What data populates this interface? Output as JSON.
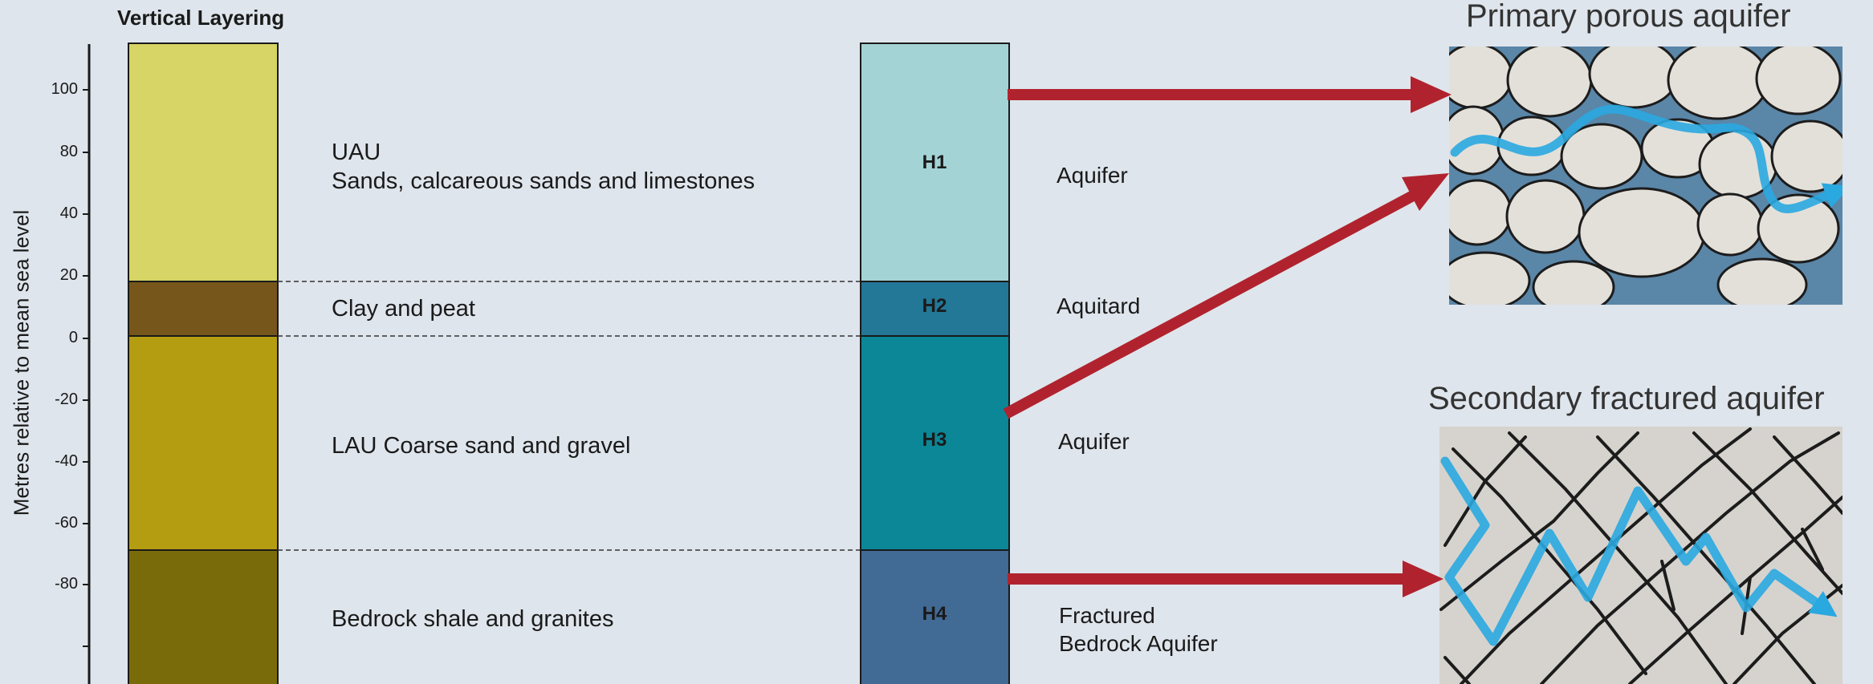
{
  "header": {
    "title": "Vertical Layering"
  },
  "axis": {
    "ylabel": "Metres relative to mean sea level",
    "ticks": [
      "100",
      "80",
      "40",
      "20",
      "0",
      "-20",
      "-40",
      "-60",
      "-80"
    ]
  },
  "layers": [
    {
      "id": "uau",
      "line1": "UAU",
      "line2": "Sands, calcareous sands and limestones",
      "color": "#d6d565"
    },
    {
      "id": "clay",
      "line1": "Clay and peat",
      "line2": "",
      "color": "#76561a"
    },
    {
      "id": "lau",
      "line1": "LAU Coarse sand and gravel",
      "line2": "",
      "color": "#b59d12"
    },
    {
      "id": "bedrock",
      "line1": "Bedrock shale and granites",
      "line2": "",
      "color": "#7a6b0a"
    }
  ],
  "hydro_units": [
    {
      "code": "H1",
      "role_line1": "Aquifer",
      "role_line2": "",
      "color": "#a4d3d6"
    },
    {
      "code": "H2",
      "role_line1": "Aquitard",
      "role_line2": "",
      "color": "#237797"
    },
    {
      "code": "H3",
      "role_line1": "Aquifer",
      "role_line2": "",
      "color": "#0b8797"
    },
    {
      "code": "H4",
      "role_line1": "Fractured",
      "role_line2": "Bedrock Aquifer",
      "color": "#416a95"
    }
  ],
  "panels": {
    "porous": {
      "title": "Primary porous aquifer"
    },
    "fractured": {
      "title": "Secondary fractured aquifer"
    }
  },
  "colors": {
    "arrow": "#b0232e",
    "flow": "#2aa8e0",
    "background": "#dfe5ec"
  }
}
